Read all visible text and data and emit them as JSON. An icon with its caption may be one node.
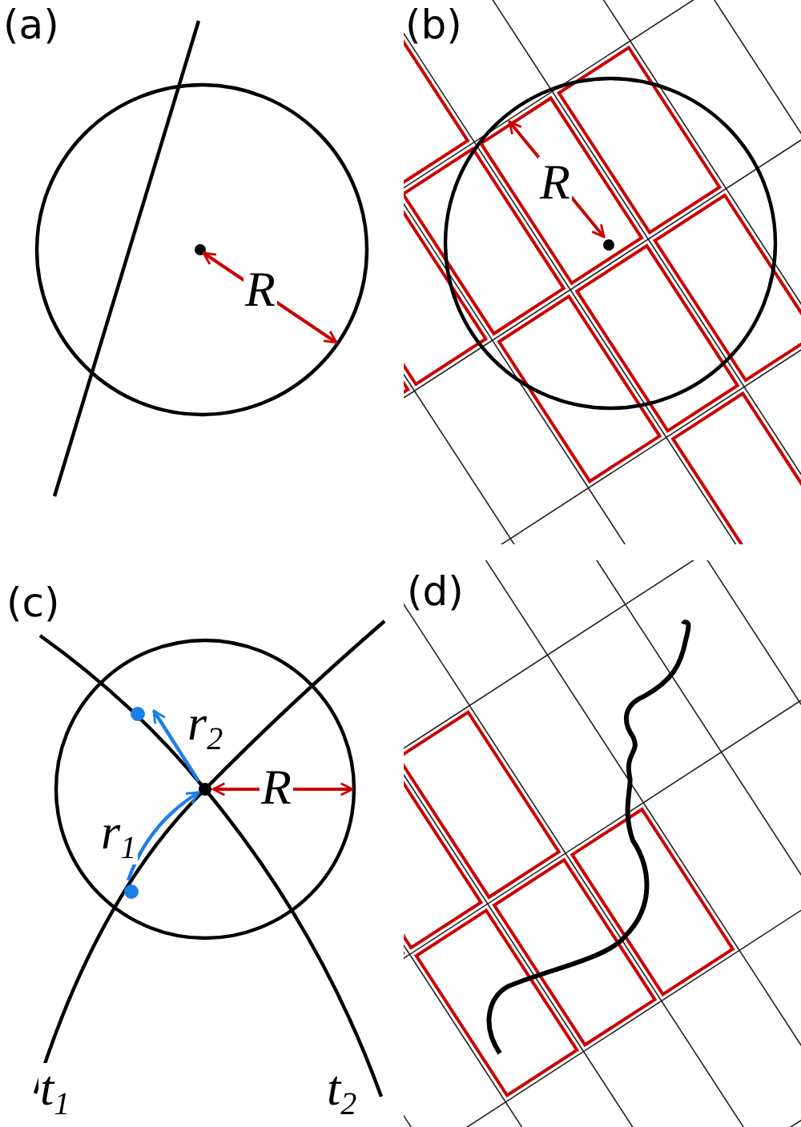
{
  "diagram": {
    "labels": [
      "(a)",
      "(b)",
      "R",
      "R",
      "(c)",
      "(d)",
      "r$_{2}$",
      "R",
      "r$_{1}$",
      "t$_{1}$",
      "t$_{2}$"
    ]
  }
}
